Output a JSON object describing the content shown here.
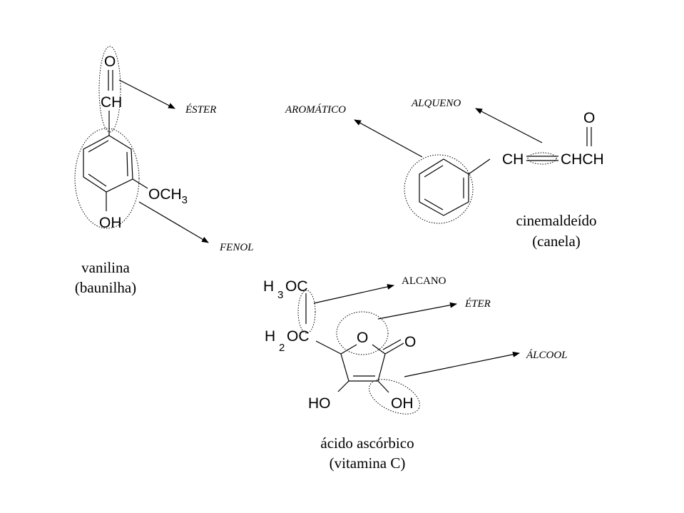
{
  "vanilina": {
    "atoms": {
      "o": "O",
      "ch": "CH",
      "och": "OCH",
      "och_sub": "3",
      "oh": "OH"
    },
    "name": "vanilina",
    "common": "(baunilha)",
    "labels": {
      "ester": "ÉSTER",
      "fenol": "FENOL"
    }
  },
  "cinemaldeido": {
    "atoms": {
      "ch": "CH",
      "chch": "CHCH",
      "o": "O"
    },
    "name": "cinemaldeído",
    "common": "(canela)",
    "labels": {
      "aromatico": "AROMÁTICO",
      "alqueno": "ALQUENO"
    }
  },
  "ascorbico": {
    "atoms": {
      "h_top": "H",
      "sub3": "3",
      "oc_top": "OC",
      "h_mid": "H",
      "sub2": "2",
      "oc_mid": "OC",
      "o_ring": "O",
      "o_keto": "O",
      "ho": "HO",
      "oh": "OH"
    },
    "name": "ácido ascórbico",
    "common": "(vitamina C)",
    "labels": {
      "alcano": "ALCANO",
      "eter": "ÉTER",
      "alcool": "ÁLCOOL"
    }
  }
}
